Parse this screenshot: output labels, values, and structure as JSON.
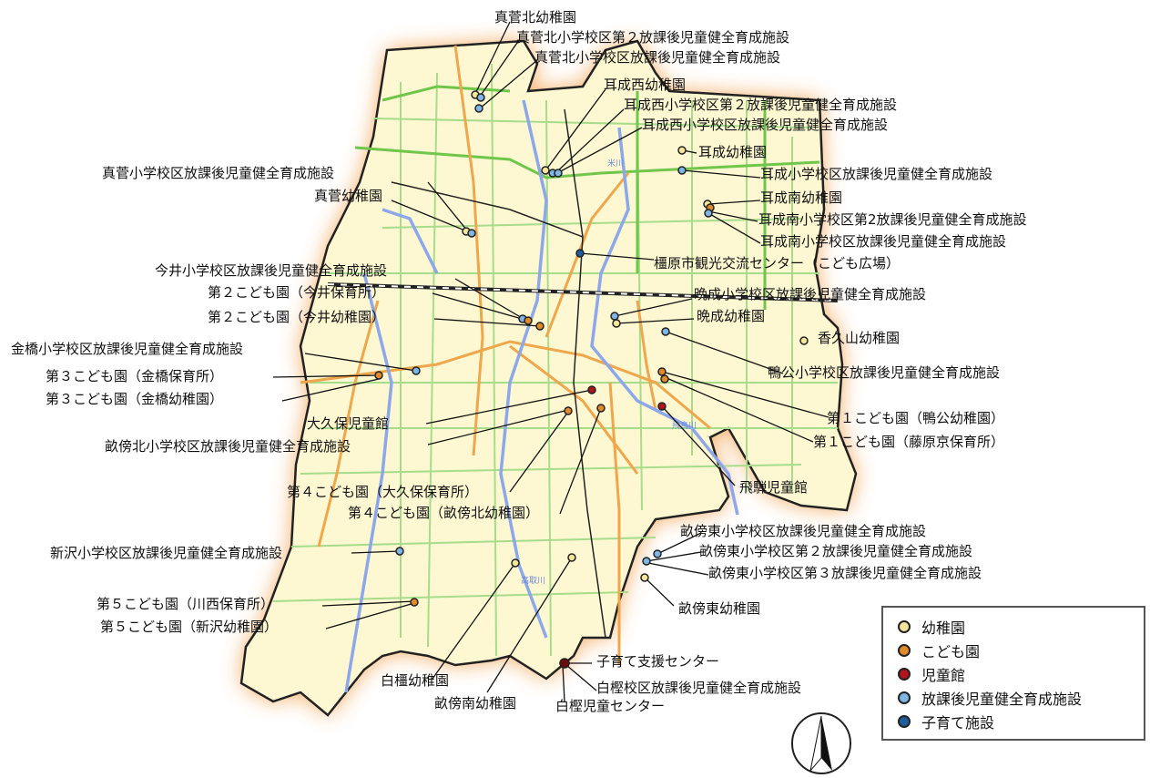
{
  "colors": {
    "kindergarten": "#f5e79a",
    "kodomoen": "#e08a2a",
    "jidokan": "#b0141c",
    "houkago": "#7fb6e6",
    "kosodate": "#1f5d9c",
    "land": "#fdf8d2",
    "glow": "#f2a04a",
    "green_road": "#6fc64a",
    "orange_road": "#f0a64a",
    "river": "#8da8ea"
  },
  "legend": {
    "items": [
      {
        "label": "幼稚園",
        "color": "#f5e79a"
      },
      {
        "label": "こども園",
        "color": "#e08a2a"
      },
      {
        "label": "児童館",
        "color": "#b0141c"
      },
      {
        "label": "放課後児童健全育成施設",
        "color": "#7fb6e6"
      },
      {
        "label": "子育て施設",
        "color": "#1f5d9c"
      }
    ]
  },
  "map": {
    "labels": [
      "真菅北幼稚園",
      "真菅北小学校区第２放課後児童健全育成施設",
      "真菅北小学校区放課後児童健全育成施設",
      "耳成西幼稚園",
      "耳成西小学校区第２放課後児童健全育成施設",
      "耳成西小学校区放課後児童健全育成施設",
      "耳成幼稚園",
      "耳成小学校区放課後児童健全育成施設",
      "真菅小学校区放課後児童健全育成施設",
      "真菅幼稚園",
      "耳成南幼稚園",
      "耳成南小学校区第2放課後児童健全育成施設",
      "耳成南小学校区放課後児童健全育成施設",
      "今井小学校区放課後児童健全育成施設",
      "橿原市観光交流センター（こども広場）",
      "第２こども園（今井保育所）",
      "晩成小学校区放課後児童健全育成施設",
      "第２こども園（今井幼稚園）",
      "晩成幼稚園",
      "金橋小学校区放課後児童健全育成施設",
      "香久山幼稚園",
      "鴨公小学校区放課後児童健全育成施設",
      "第３こども園（金橋保育所）",
      "第３こども園（金橋幼稚園）",
      "第１こども園（鴨公幼稚園）",
      "大久保児童館",
      "第１こども園（藤原京保育所）",
      "畝傍北小学校区放課後児童健全育成施設",
      "飛騨児童館",
      "第４こども園（大久保保育所）",
      "第４こども園（畝傍北幼稚園）",
      "畝傍東小学校区放課後児童健全育成施設",
      "畝傍東小学校区第２放課後児童健全育成施設",
      "新沢小学校区放課後児童健全育成施設",
      "畝傍東小学校区第３放課後児童健全育成施設",
      "第５こども園（川西保育所）",
      "畝傍東幼稚園",
      "第５こども園（新沢幼稚園）",
      "子育て支援センター",
      "白橿幼稚園",
      "白樫校区放課後児童健全育成施設",
      "畝傍南幼稚園",
      "白樫児童センター"
    ],
    "river_names": [
      "米川",
      "高取川",
      "飛鳥川"
    ]
  }
}
